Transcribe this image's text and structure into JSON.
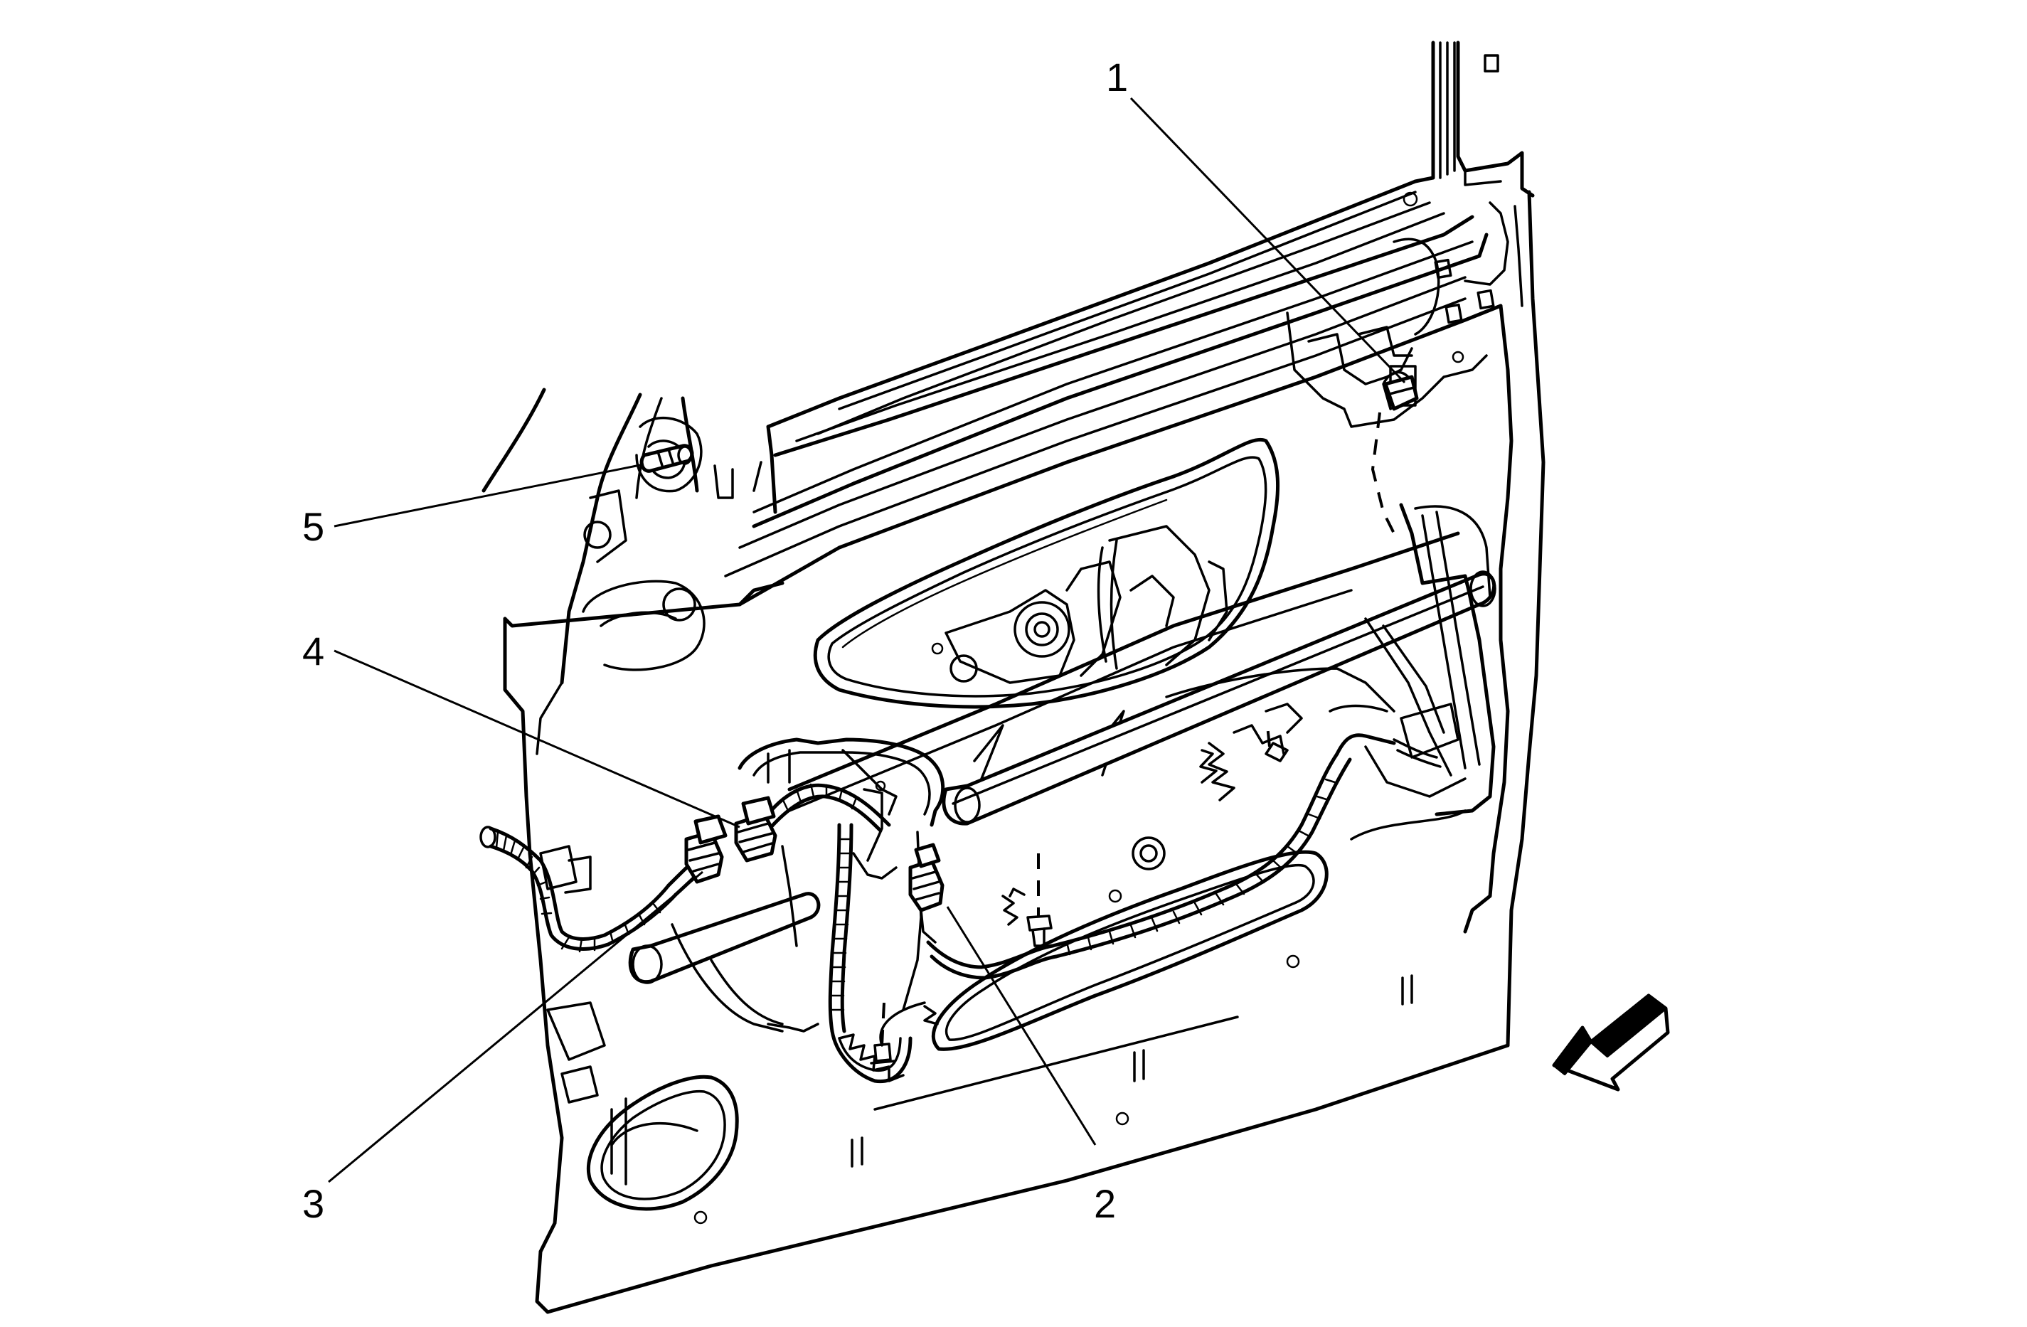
{
  "diagram": {
    "colors": {
      "line": "#000000",
      "background": "#ffffff",
      "arrow_fill": "#ffffff"
    },
    "callouts": [
      {
        "id": "1",
        "label": "1"
      },
      {
        "id": "2",
        "label": "2"
      },
      {
        "id": "3",
        "label": "3"
      },
      {
        "id": "4",
        "label": "4"
      },
      {
        "id": "5",
        "label": "5"
      }
    ],
    "view_arrow": {
      "icon": "front-direction-arrow-icon"
    }
  }
}
